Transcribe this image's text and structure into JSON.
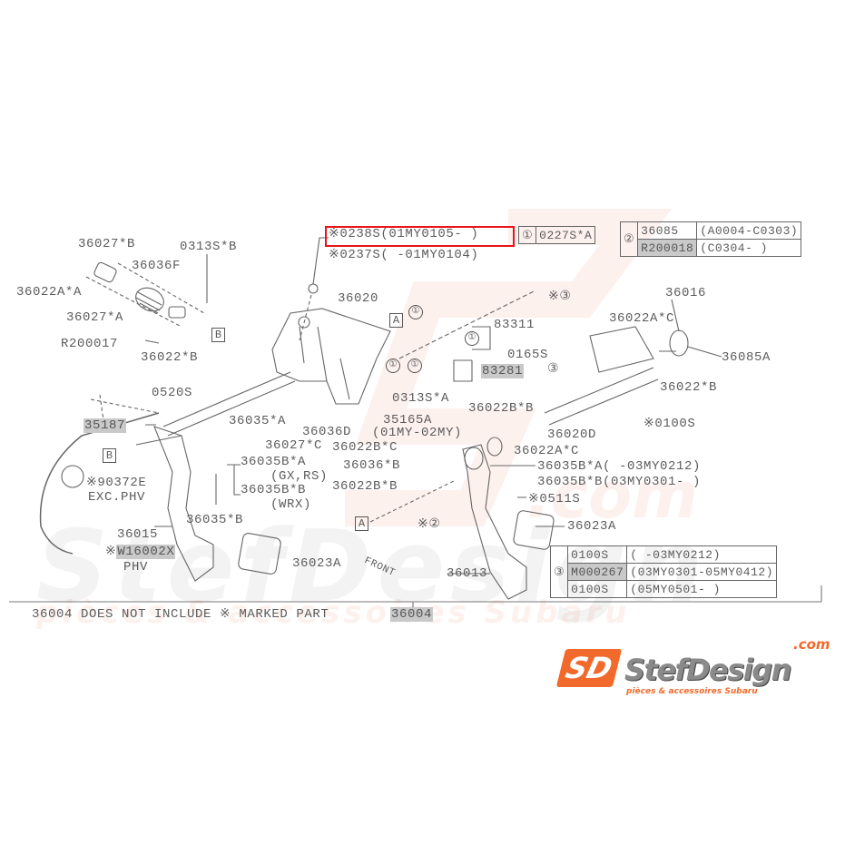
{
  "diagram_title_note": "36004 DOES NOT INCLUDE ※ MARKED PART",
  "assembly_part": "36004",
  "highlighted_ref": {
    "text": "※0238S(01MY0105-   )",
    "color": "#e8141a"
  },
  "ref_0237": "※0237S(    -01MY0104)",
  "labels": {
    "p36027B": "36027*B",
    "p36036F": "36036F",
    "p0313SB": "0313S*B",
    "p36022AA": "36022A*A",
    "p36027A": "36027*A",
    "pR200017": "R200017",
    "p36022B_top": "36022*B",
    "p0520S": "0520S",
    "p35187": "35187",
    "p36035A": "36035*A",
    "p36036D": "36036D",
    "p35165A": "35165A",
    "p35165A_note": "(01MY-02MY)",
    "p36027C": "36027*C",
    "p36022BC": "36022B*C",
    "p0313SA": "0313S*A",
    "p36035BA": "36035B*A",
    "p36035BA_note": "(GX,RS)",
    "p36035BB": "36035B*B",
    "p36035BB_note": "(WRX)",
    "p90372E": "※90372E",
    "p90372E_note": "EXC.PHV",
    "p36035B": "36035*B",
    "p36015": "36015",
    "pW16002X_mark": "※",
    "pW16002X": "W16002X",
    "pW16002X_note": "PHV",
    "p36023A_left": "36023A",
    "front": "FRONT",
    "ref2": "※②",
    "p36013": "36013",
    "p36036B": "36036*B",
    "p36022BB_low": "36022B*B",
    "p36035BA_r": "36035B*A(     -03MY0212)",
    "p36035BB_r": "36035B*B(03MY0301-     )",
    "p0511S": "※0511S",
    "p36023A_right": "36023A",
    "p36022BB_up": "36022B*B",
    "p36022AC_low": "36022A*C",
    "p36020D": "36020D",
    "p0100S": "※0100S",
    "p36022B_r": "36022*B",
    "p36085A": "36085A",
    "p36016": "36016",
    "p36022AC_up": "36022A*C",
    "ref3": "③",
    "p83281": "83281",
    "p0165S": "0165S",
    "p83311": "83311",
    "ref3x": "※③",
    "p36020": "36020"
  },
  "boxes": {
    "A": "A",
    "B": "B"
  },
  "circle_1": "①",
  "table1": {
    "key": "①",
    "part": "0227S*A"
  },
  "table2": {
    "key": "②",
    "rows": [
      {
        "part": "36085",
        "range": "(A0004-C0303)"
      },
      {
        "part": "R200018",
        "range": "(C0304-        )"
      }
    ]
  },
  "table3": {
    "key": "③",
    "rows": [
      {
        "part": "0100S",
        "range": "(              -03MY0212)"
      },
      {
        "part": "M000267",
        "range": "(03MY0301-05MY0412)"
      },
      {
        "part": "0100S",
        "range": "(05MY0501-               )"
      }
    ]
  },
  "watermark": {
    "name": "StefDesign",
    "com": ".com",
    "tagline": "pièces & accessoires Subaru"
  },
  "logo": {
    "mark": "SD",
    "name": "StefDesign",
    "com": ".com",
    "tagline": "pièces & accessoires Subaru",
    "accent": "#f26a2b"
  }
}
